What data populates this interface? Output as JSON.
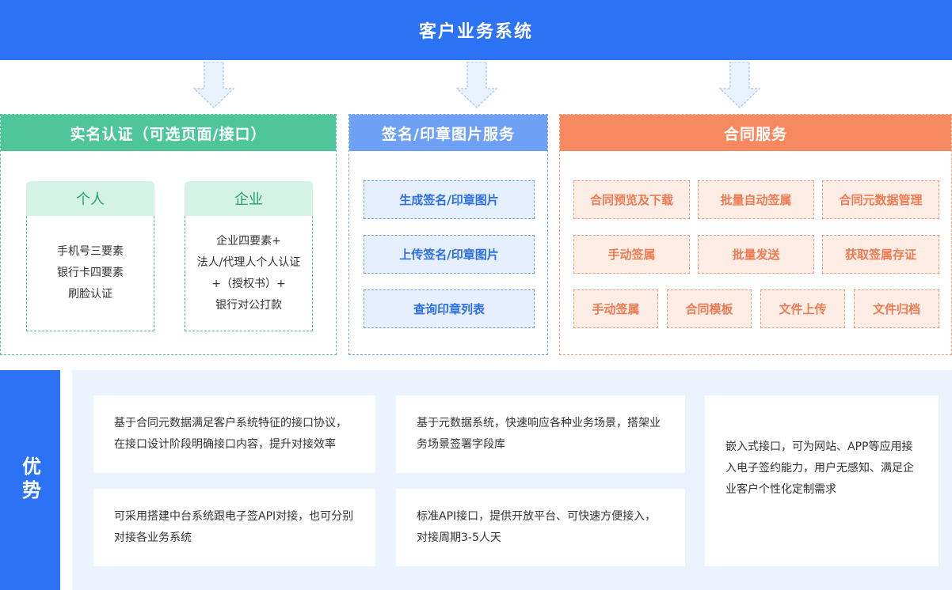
{
  "header": {
    "title": "客户业务系统"
  },
  "panels": {
    "realname": {
      "title": "实名认证（可选页面/接口）",
      "personal": {
        "title": "个人",
        "items": [
          "手机号三要素",
          "银行卡四要素",
          "刷脸认证"
        ]
      },
      "enterprise": {
        "title": "企业",
        "items": [
          "企业四要素+",
          "法人/代理人个人认证",
          "+（授权书）+",
          "银行对公打款"
        ]
      }
    },
    "signature": {
      "title": "签名/印章图片服务",
      "items": [
        "生成签名/印章图片",
        "上传签名/印章图片",
        "查询印章列表"
      ]
    },
    "contract": {
      "title": "合同服务",
      "row1": [
        "合同预览及下载",
        "批量自动签属",
        "合同元数据管理"
      ],
      "row2": [
        "手动签属",
        "批量发送",
        "获取签属存证"
      ],
      "row3": [
        "手动签属",
        "合同模板",
        "文件上传",
        "文件归档"
      ]
    }
  },
  "advantages": {
    "label": "优势",
    "cards": [
      "基于合同元数据满足客户系统特征的接口协议，在接口设计阶段明确接口内容，提升对接效率",
      "基于元数据系统，快速响应各种业务场景，搭架业务场景签署字段库",
      "嵌入式接口，可为网站、APP等应用接入电子签约能力，用户无感知、满足企业客户个性化定制需求",
      "可采用搭建中台系统跟电子签API对接，也可分别对接各业务系统",
      "标准API接口，提供开放平台、可快速方便接入，对接周期3-5人天"
    ]
  },
  "colors": {
    "primary_blue": "#2b73f4",
    "green": "#4fc59c",
    "light_blue": "#6ea1f6",
    "orange": "#f68960"
  }
}
